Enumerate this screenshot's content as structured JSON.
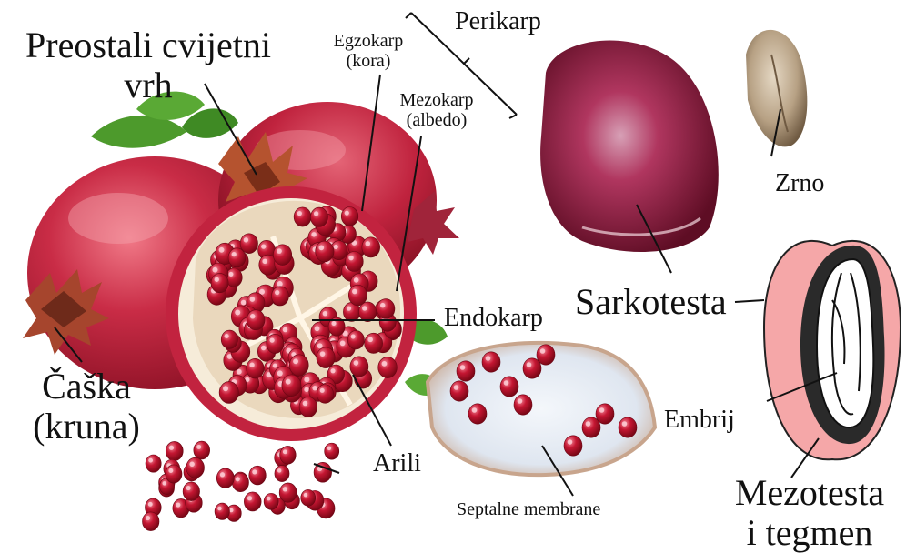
{
  "labels": {
    "residual_flower_tip_line1": "Preostali cvijetni",
    "residual_flower_tip_line2": "vrh",
    "exocarp_line1": "Egzokarp",
    "exocarp_line2": "(kora)",
    "pericarp": "Perikarp",
    "mesocarp_line1": "Mezokarp",
    "mesocarp_line2": "(albedo)",
    "endocarp": "Endokarp",
    "calyx_line1": "Čaška",
    "calyx_line2": "(kruna)",
    "arils": "Arili",
    "septal_membranes": "Septalne membrane",
    "sarcotesta": "Sarkotesta",
    "seed": "Zrno",
    "embryo": "Embrij",
    "mesotesta_line1": "Mezotesta",
    "mesotesta_line2": "i tegmen"
  },
  "colors": {
    "peel": "#c2233f",
    "peel_dark": "#8e1226",
    "albedo": "#f6ecd9",
    "aril": "#b3102a",
    "aril_highlight": "#ea6a7d",
    "leaf": "#4d9a2c",
    "sarcotesta": "#8a1530",
    "seed_coat": "#b9a48a",
    "diagram_pink": "#f5a7a8",
    "membrane": "#e7ecf3"
  }
}
